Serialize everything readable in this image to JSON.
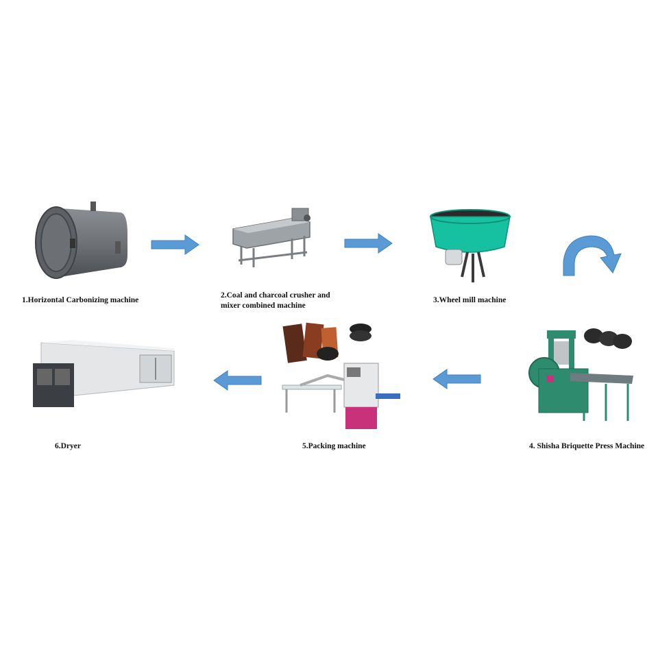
{
  "steps": [
    {
      "label": "1.Horizontal Carbonizing machine",
      "icon": "horizontal-carbonizing-machine-picture"
    },
    {
      "label": "2.Coal and charcoal crusher and\nmixer combined machine",
      "icon": "crusher-mixer-machine-picture"
    },
    {
      "label": "3.Wheel mill machine",
      "icon": "wheel-mill-machine-picture"
    },
    {
      "label": "4. Shisha Briquette Press Machine",
      "icon": "briquette-press-machine-picture"
    },
    {
      "label": "5.Packing machine",
      "icon": "packing-machine-picture"
    },
    {
      "label": "6.Dryer",
      "icon": "dryer-picture"
    }
  ],
  "colors": {
    "arrow": "#5b9bd5",
    "arrow_stroke": "#3d7fbf",
    "mill": "#16c1a2",
    "press": "#2e8b6e",
    "dryer": "#d9d9d9",
    "packing_pink": "#c8327a"
  }
}
